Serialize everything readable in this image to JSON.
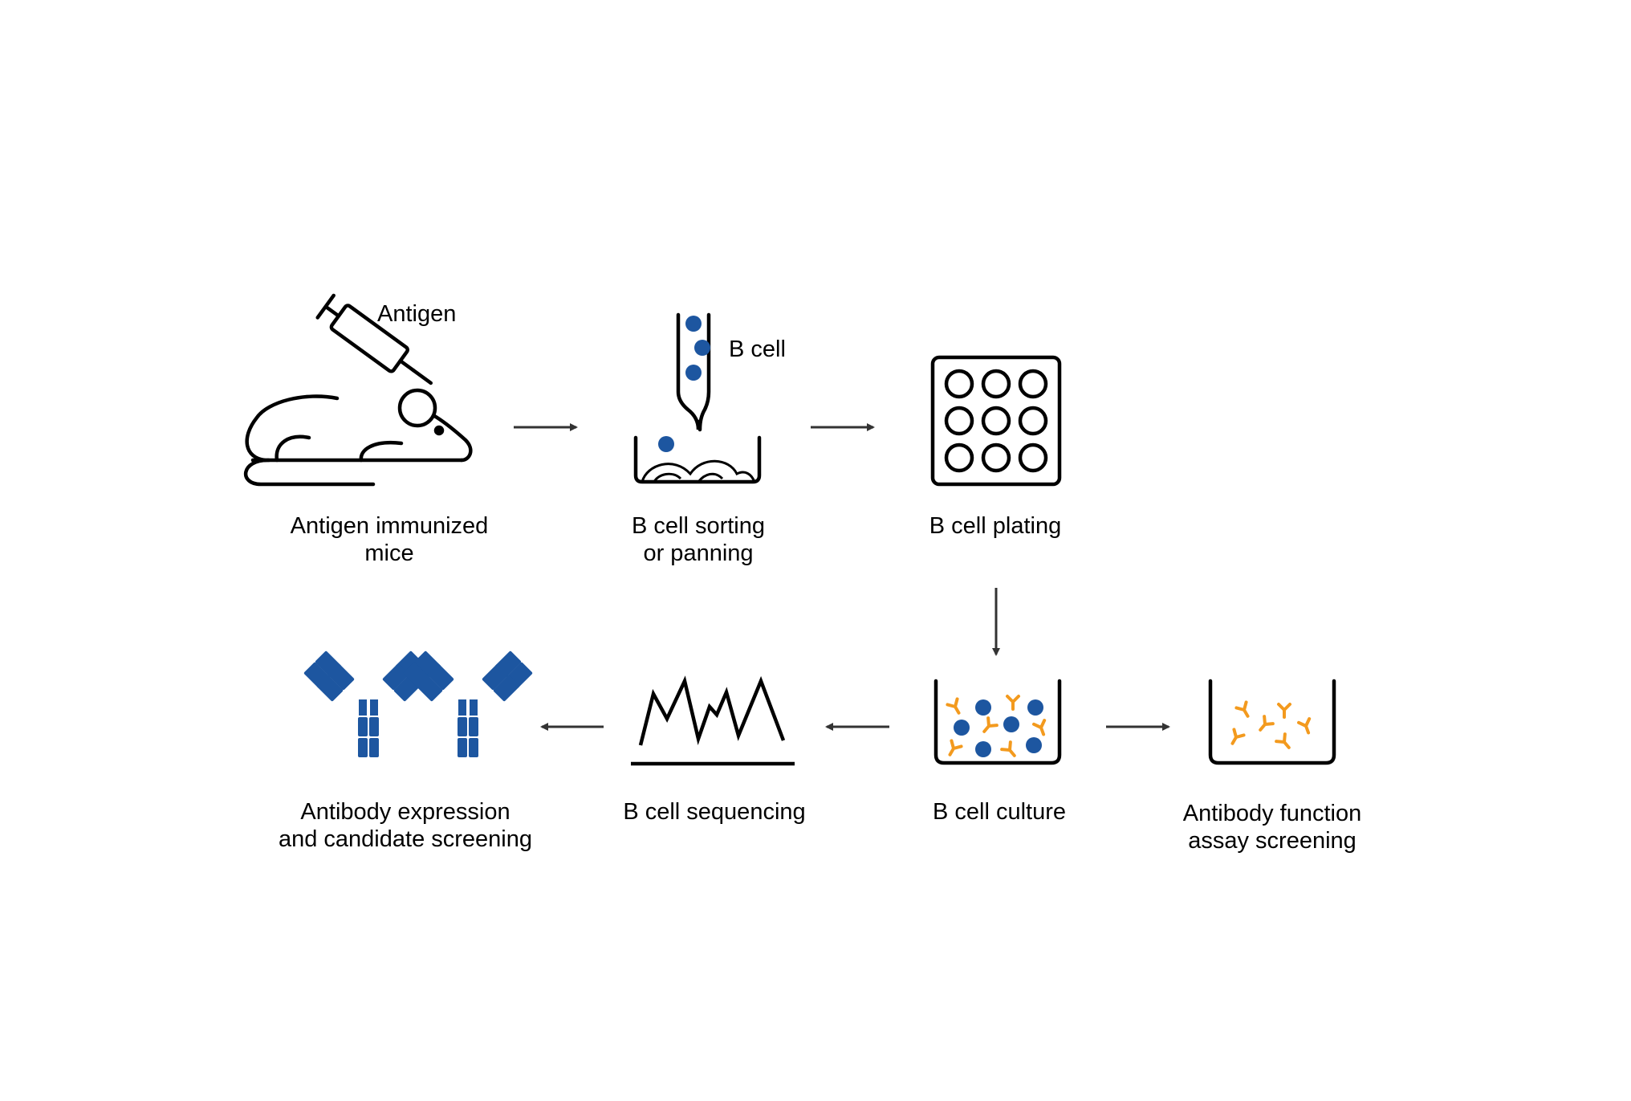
{
  "colors": {
    "stroke": "#000000",
    "cell_blue": "#1d56a0",
    "antibody_orange": "#f39a1e",
    "arrow": "#333333",
    "background": "#ffffff"
  },
  "icons": {
    "step1": "mouse-syringe-icon",
    "step2": "sorting-pipette-dish-icon",
    "step3": "well-plate-icon",
    "step4": "culture-well-icon",
    "step5": "sequencing-trace-icon",
    "step6": "antibody-icon",
    "step7": "assay-well-icon"
  },
  "callouts": {
    "antigen": "Antigen",
    "b_cell": "B cell"
  },
  "steps": {
    "immunized": {
      "line1": "Antigen immunized",
      "line2": "mice"
    },
    "sorting": {
      "line1": "B cell sorting",
      "line2": "or panning"
    },
    "plating": {
      "line1": "B cell plating"
    },
    "culture": {
      "line1": "B cell culture"
    },
    "sequencing": {
      "line1": "B cell sequencing"
    },
    "expression": {
      "line1": "Antibody expression",
      "line2": "and candidate screening"
    },
    "function": {
      "line1": "Antibody function",
      "line2": "assay screening"
    }
  }
}
